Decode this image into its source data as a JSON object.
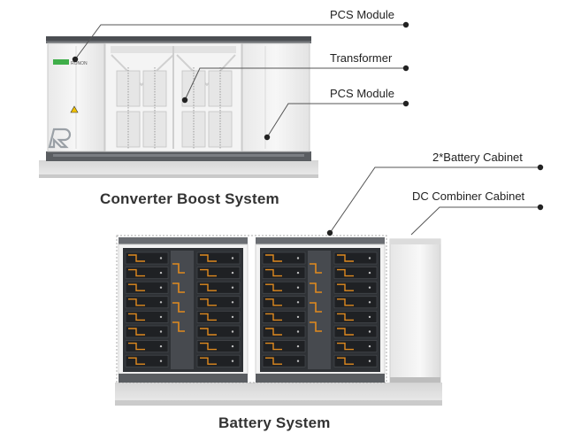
{
  "callouts": {
    "pcs_module_top": "PCS Module",
    "transformer": "Transformer",
    "pcs_module_right": "PCS Module",
    "battery_cabinet": "2*Battery Cabinet",
    "dc_combiner": "DC Combiner Cabinet"
  },
  "captions": {
    "converter": "Converter Boost System",
    "battery": "Battery System"
  },
  "colors": {
    "leader": "#555555",
    "dot": "#222222",
    "accent_orange": "#e08a1e",
    "cabinet_dark": "#3a3d42",
    "shell": "#eeeeee"
  },
  "icons": {
    "warning": "warning-triangle-icon",
    "logo": "brand-logo-icon"
  }
}
